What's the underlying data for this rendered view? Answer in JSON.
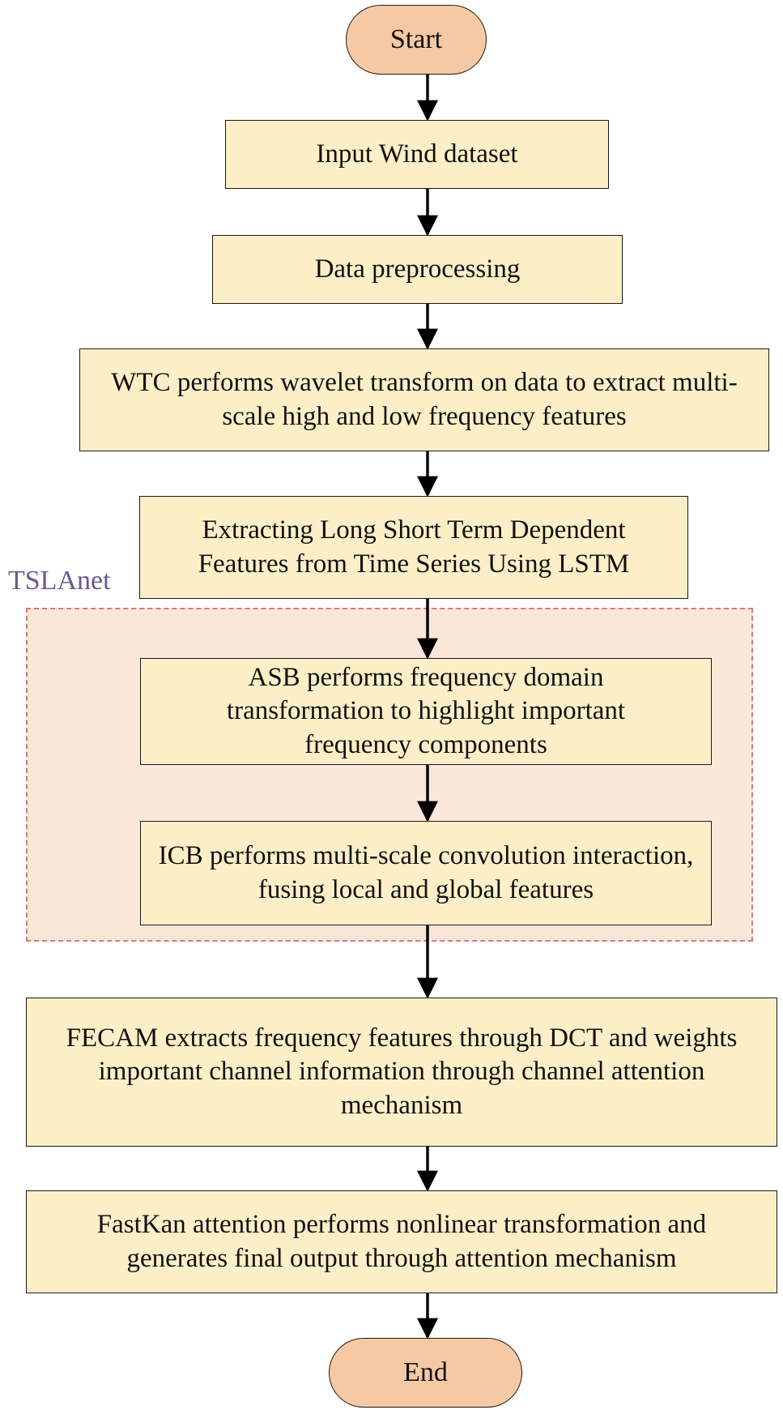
{
  "flowchart": {
    "start": "Start",
    "end": "End",
    "group_label": "TSLAnet",
    "steps": [
      "Input Wind dataset",
      "Data preprocessing",
      "WTC performs wavelet transform on data to extract multi-scale high and low frequency features",
      "Extracting Long Short Term Dependent Features from Time Series Using LSTM",
      "ASB performs frequency domain transformation to highlight important frequency components",
      "ICB performs multi-scale convolution interaction, fusing local and global features",
      "FECAM extracts frequency features through DCT and weights important channel information through channel attention mechanism",
      "FastKan attention performs nonlinear transformation and generates final output through attention mechanism"
    ],
    "colors": {
      "terminal_fill": "#f6c9a4",
      "step_fill": "#fcefc8",
      "group_fill": "#fbe6da",
      "group_border": "#d47b7b",
      "group_label": "#6a5a8c"
    }
  }
}
